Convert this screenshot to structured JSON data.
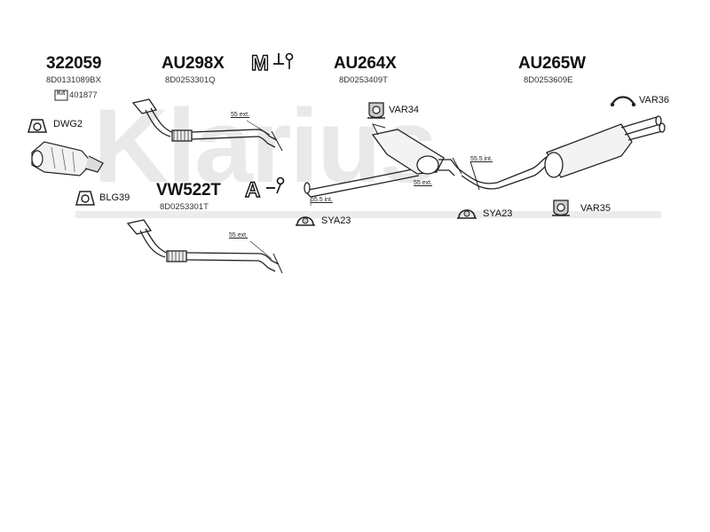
{
  "diagram": {
    "watermark": "Klarius",
    "parts": [
      {
        "code": "322059",
        "oem": "8D0131089BX"
      },
      {
        "code": "AU298X",
        "oem": "8D0253301Q"
      },
      {
        "code": "AU264X",
        "oem": "8D0253409T"
      },
      {
        "code": "AU265W",
        "oem": "8D0253609E"
      },
      {
        "code": "VW522T",
        "oem": "8D0253301T"
      }
    ],
    "kit": {
      "badge": "Kit",
      "number": "401877"
    },
    "fittings": {
      "dwg": "DWG2",
      "blg": "BLG39",
      "var34": "VAR34",
      "var36": "VAR36",
      "var35": "VAR35",
      "sya_left": "SYA23",
      "sya_right": "SYA23"
    },
    "measurements": {
      "m1": "55 ext.",
      "m2": "55 ext.",
      "m3": "55.5 int.",
      "m4": "55 ext.",
      "m5": "55.5 int."
    },
    "symbols": {
      "manual": "M",
      "auto": "A"
    }
  }
}
